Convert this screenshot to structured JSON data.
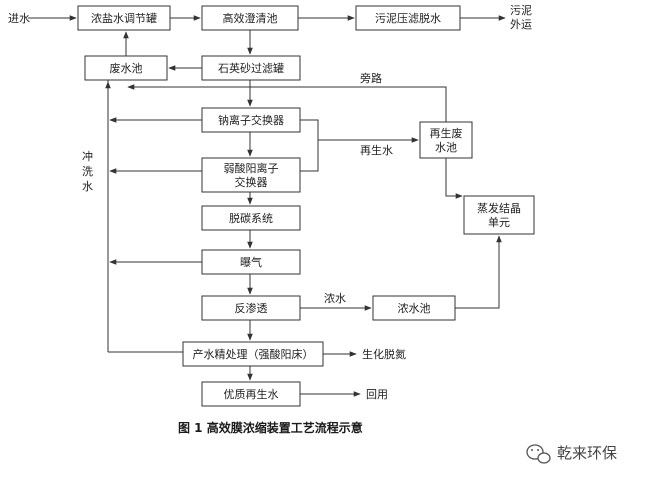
{
  "diagram": {
    "nodes": {
      "n1": "浓盐水调节罐",
      "n2": "高效澄清池",
      "n3": "污泥压滤脱水",
      "n4": "废水池",
      "n5": "石英砂过滤罐",
      "n6": "钠离子交换器",
      "n7a": "弱酸阳离子",
      "n7b": "交换器",
      "n8": "脱碳系统",
      "n9": "曝气",
      "n10": "反渗透",
      "n11": "浓水池",
      "n12": "产水精处理（强酸阳床）",
      "n13": "优质再生水",
      "n14a": "再生废",
      "n14b": "水池",
      "n15a": "蒸发结晶",
      "n15b": "单元"
    },
    "labels": {
      "inlet": "进水",
      "sludge_a": "污泥",
      "sludge_b": "外运",
      "bypass": "旁路",
      "regen_water": "再生水",
      "flush_a": "冲",
      "flush_b": "洗",
      "flush_c": "水",
      "brine": "浓水",
      "bio_denitrogen": "生化脱氮",
      "reuse": "回用"
    },
    "caption": "图 1    高效膜浓缩装置工艺流程示意",
    "watermark": "乾来环保"
  }
}
